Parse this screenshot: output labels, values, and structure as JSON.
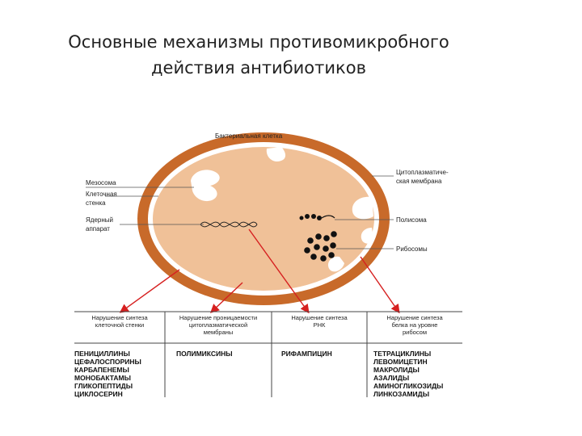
{
  "title": {
    "line1": "Основные механизмы противомикробного",
    "line2": "действия антибиотиков"
  },
  "cell_label": "Бактериальная клетка",
  "left_labels": {
    "mesosome": "Мезосома",
    "cell_wall_1": "Клеточная",
    "cell_wall_2": "стенка",
    "nuclear_1": "Ядерный",
    "nuclear_2": "аппарат"
  },
  "right_labels": {
    "membrane_1": "Цитоплазматиче-",
    "membrane_2": "ская мембрана",
    "polysome": "Полисома",
    "ribosomes": "Рибосомы"
  },
  "table": {
    "columns": [
      {
        "header": [
          "Нарушение синтеза",
          "клеточной стенки"
        ],
        "drugs": [
          "ПЕНИЦИЛЛИНЫ",
          "ЦЕФАЛОСПОРИНЫ",
          "КАРБАПЕНЕМЫ",
          "МОНОБАКТАМЫ",
          "ГЛИКОПЕПТИДЫ",
          "ЦИКЛОСЕРИН"
        ]
      },
      {
        "header": [
          "Нарушение проницаемости",
          "цитоплазматической",
          "мембраны"
        ],
        "drugs": [
          "ПОЛИМИКСИНЫ"
        ]
      },
      {
        "header": [
          "Нарушение синтеза",
          "РНК"
        ],
        "drugs": [
          "РИФАМПИЦИН"
        ]
      },
      {
        "header": [
          "Нарушение синтеза",
          "белка на уровне",
          "рибосом"
        ],
        "drugs": [
          "ТЕТРАЦИКЛИНЫ",
          "ЛЕВОМИЦЕТИН",
          "МАКРОЛИДЫ",
          "АЗАЛИДЫ",
          "АМИНОГЛИКОЗИДЫ",
          "ЛИНКОЗАМИДЫ"
        ]
      }
    ]
  },
  "colors": {
    "wall": "#c86a2a",
    "cytoplasm": "#f0c198",
    "arrow": "#d62020"
  }
}
